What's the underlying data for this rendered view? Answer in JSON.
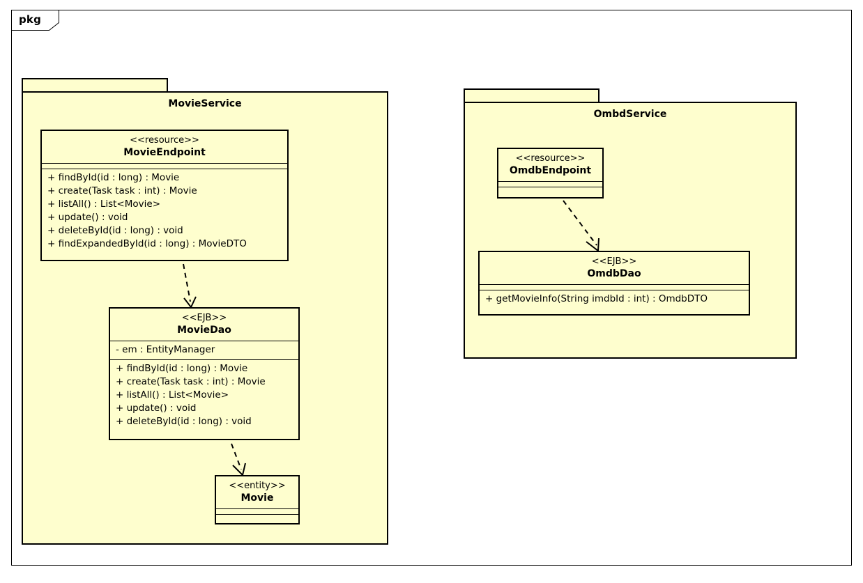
{
  "frame": {
    "label": "pkg"
  },
  "packages": [
    {
      "name": "MovieService",
      "classes": [
        {
          "stereotype": "<<resource>>",
          "name": "MovieEndpoint",
          "attributes": [],
          "methods": [
            "+ findById(id : long) : Movie",
            "+ create(Task task : int) : Movie",
            "+ listAll() : List<Movie>",
            "+ update() : void",
            "+ deleteById(id : long) : void",
            "+ findExpandedById(id : long) : MovieDTO"
          ]
        },
        {
          "stereotype": "<<EJB>>",
          "name": "MovieDao",
          "attributes": [
            "- em : EntityManager"
          ],
          "methods": [
            "+ findById(id : long) : Movie",
            "+ create(Task task : int) : Movie",
            "+ listAll() : List<Movie>",
            "+ update() : void",
            "+ deleteById(id : long) : void"
          ]
        },
        {
          "stereotype": "<<entity>>",
          "name": "Movie",
          "attributes": [],
          "methods": []
        }
      ]
    },
    {
      "name": "OmbdService",
      "classes": [
        {
          "stereotype": "<<resource>>",
          "name": "OmdbEndpoint",
          "attributes": [],
          "methods": []
        },
        {
          "stereotype": "<<EJB>>",
          "name": "OmdbDao",
          "attributes": [],
          "methods": [
            "+ getMovieInfo(String imdbId : int) : OmdbDTO"
          ]
        }
      ]
    }
  ],
  "relations": [
    {
      "from": "MovieEndpoint",
      "to": "MovieDao",
      "kind": "dependency"
    },
    {
      "from": "MovieDao",
      "to": "Movie",
      "kind": "dependency"
    },
    {
      "from": "OmdbEndpoint",
      "to": "OmdbDao",
      "kind": "dependency"
    }
  ],
  "colors": {
    "class_fill": "#FEFECE",
    "package_fill": "#FEFECE",
    "line": "#000000",
    "canvas": "#FFFFFF"
  }
}
